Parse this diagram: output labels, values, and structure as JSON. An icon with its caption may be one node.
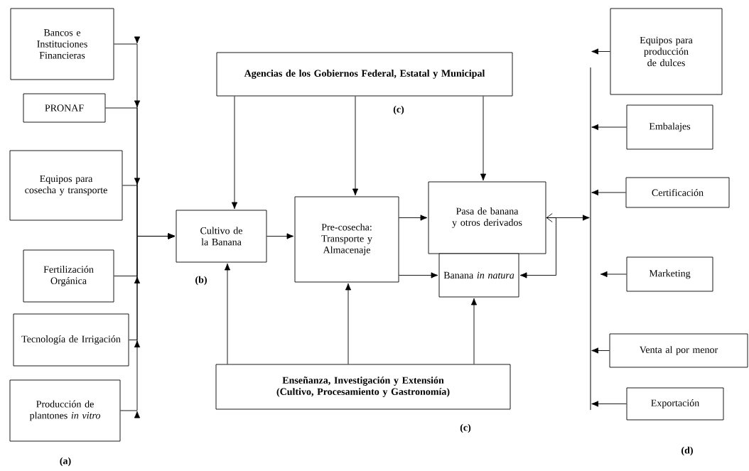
{
  "diagram": {
    "nodes": [
      {
        "text": [
          "Bancos e Instituciones Financieras"
        ]
      },
      {
        "text": [
          "PRONAF"
        ]
      },
      {
        "text": [
          "Equipos para cosecha y transporte"
        ]
      },
      {
        "text": [
          "Fertilización Orgánica"
        ]
      },
      {
        "text": [
          "Tecnología de Irrigación"
        ]
      },
      {
        "text": [
          "Producción de plantones *in vitro*"
        ]
      },
      {
        "text": [
          "Agencias de los Gobiernos Federal, Estatal y Municipal"
        ]
      },
      {
        "text": [
          "Cultivo de la Banana"
        ]
      },
      {
        "text": [
          "Pre-cosecha: Transporte y Almacenaje"
        ]
      },
      {
        "text": [
          "Pasa de banana y otros derivados"
        ]
      },
      {
        "text": [
          "Banana *in natura*"
        ]
      },
      {
        "text": [
          "Enseñanza, Investigación y Extensión (Cultivo, Procesamiento y Gastronomía)"
        ]
      },
      {
        "text": [
          "Equipos para producción de dulces"
        ]
      },
      {
        "text": [
          "Embalajes"
        ]
      },
      {
        "text": [
          "Certificación"
        ]
      },
      {
        "text": [
          "Marketing"
        ]
      },
      {
        "text": [
          "Venta al por menor"
        ]
      },
      {
        "text": [
          "Exportación"
        ]
      }
    ],
    "edges": [
      {
        "from": 0,
        "to": 7,
        "arrow": "to"
      },
      {
        "from": 1,
        "to": 7,
        "arrow": "to"
      },
      {
        "from": 2,
        "to": 7,
        "arrow": "to"
      },
      {
        "from": 3,
        "to": 7,
        "arrow": "to"
      },
      {
        "from": 4,
        "to": 7,
        "arrow": "to"
      },
      {
        "from": 5,
        "to": 7,
        "arrow": "to"
      },
      {
        "from": 7,
        "to": 8,
        "arrow": "to"
      },
      {
        "from": 8,
        "to": 9,
        "arrow": "to"
      },
      {
        "from": 8,
        "to": 10,
        "arrow": "to"
      },
      {
        "from": 6,
        "to": 7,
        "arrow": "to"
      },
      {
        "from": 6,
        "to": 8,
        "arrow": "to"
      },
      {
        "from": 6,
        "to": 9,
        "arrow": "to"
      },
      {
        "from": 11,
        "to": 7,
        "arrow": "to"
      },
      {
        "from": 11,
        "to": 8,
        "arrow": "to"
      },
      {
        "from": 11,
        "to": 10,
        "arrow": "to"
      },
      {
        "from": 10,
        "to": 9,
        "arrow": "both"
      },
      {
        "from": 9,
        "to": null,
        "arrow": "to"
      },
      {
        "from": 12,
        "to": null,
        "arrow": "to"
      },
      {
        "from": 13,
        "to": null,
        "arrow": "to"
      },
      {
        "from": 14,
        "to": null,
        "arrow": "to"
      },
      {
        "from": 15,
        "to": null,
        "arrow": "to"
      },
      {
        "from": 16,
        "to": null,
        "arrow": "to"
      },
      {
        "from": 17,
        "to": null,
        "arrow": "to"
      }
    ],
    "labels": [
      "(c)",
      "(b)",
      "(c)",
      "(d)",
      "(a)"
    ]
  }
}
